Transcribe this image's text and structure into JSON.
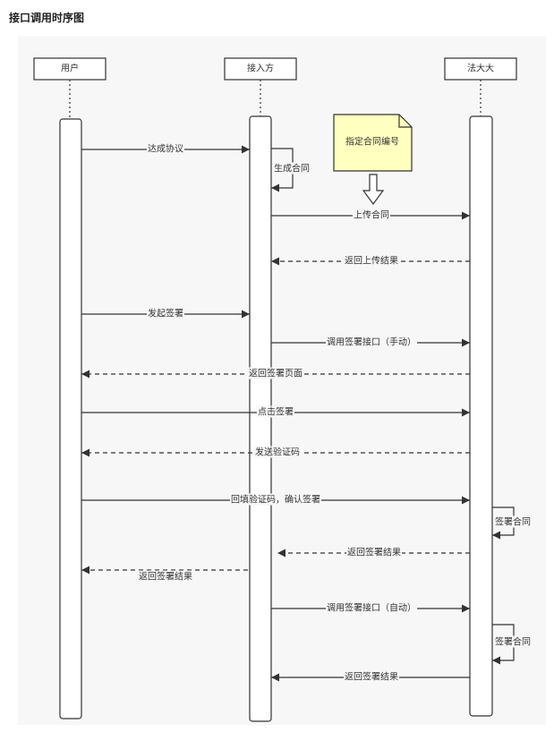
{
  "title": "接口调用时序图",
  "participants": [
    {
      "id": "user",
      "label": "用户"
    },
    {
      "id": "provider",
      "label": "接入方"
    },
    {
      "id": "fdd",
      "label": "法大大"
    }
  ],
  "note": {
    "text": "指定合同编号"
  },
  "messages": [
    {
      "from": "user",
      "to": "provider",
      "label": "达成协议",
      "style": "solid"
    },
    {
      "from": "provider",
      "to": "provider",
      "label": "生成合同",
      "style": "solid"
    },
    {
      "from": "provider",
      "to": "fdd",
      "label": "上传合同",
      "style": "solid"
    },
    {
      "from": "fdd",
      "to": "provider",
      "label": "返回上传结果",
      "style": "dashed"
    },
    {
      "from": "user",
      "to": "provider",
      "label": "发起签署",
      "style": "solid"
    },
    {
      "from": "provider",
      "to": "fdd",
      "label": "调用签署接口（手动）",
      "style": "solid"
    },
    {
      "from": "fdd",
      "to": "user",
      "label": "返回签署页面",
      "style": "dashed"
    },
    {
      "from": "user",
      "to": "fdd",
      "label": "点击签署",
      "style": "solid"
    },
    {
      "from": "fdd",
      "to": "user",
      "label": "发送验证码",
      "style": "dashed"
    },
    {
      "from": "user",
      "to": "fdd",
      "label": "回填验证码，确认签署",
      "style": "solid"
    },
    {
      "from": "fdd",
      "to": "fdd",
      "label": "签署合同",
      "style": "solid"
    },
    {
      "from": "fdd",
      "to": "provider",
      "label": "返回签署结果",
      "style": "dashed"
    },
    {
      "from": "provider",
      "to": "user",
      "label": "返回签署结果",
      "style": "dashed"
    },
    {
      "from": "provider",
      "to": "fdd",
      "label": "调用签署接口（自动）",
      "style": "solid"
    },
    {
      "from": "fdd",
      "to": "fdd",
      "label": "签署合同",
      "style": "solid"
    },
    {
      "from": "fdd",
      "to": "provider",
      "label": "返回签署结果",
      "style": "solid"
    }
  ],
  "colors": {
    "background": "#f7f7f7",
    "line": "#333333",
    "note_fill": "#ffffc0",
    "text": "#333333"
  }
}
